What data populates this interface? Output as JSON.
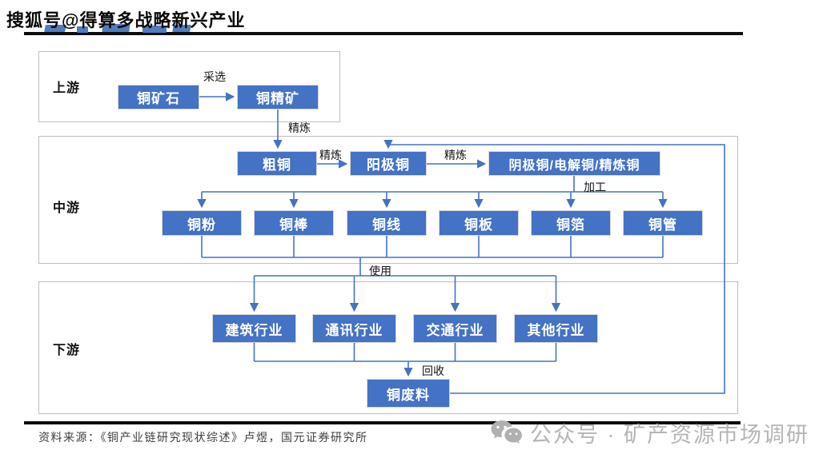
{
  "header": {
    "sohu_watermark": "搜狐号@得算多战略新兴产业"
  },
  "stages": {
    "upstream": "上游",
    "midstream": "中游",
    "downstream": "下游"
  },
  "nodes": {
    "copper_ore": "铜矿石",
    "copper_concentrate": "铜精矿",
    "blister_copper": "粗铜",
    "anode_copper": "阳极铜",
    "cathode_copper": "阴极铜/电解铜/精炼铜",
    "copper_powder": "铜粉",
    "copper_rod": "铜棒",
    "copper_wire": "铜线",
    "copper_plate": "铜板",
    "copper_foil": "铜箔",
    "copper_tube": "铜管",
    "construction_industry": "建筑行业",
    "telecom_industry": "通讯行业",
    "transportation_industry": "交通行业",
    "other_industries": "其他行业",
    "copper_scrap": "铜废料"
  },
  "edge_labels": {
    "mining_selection": "采选",
    "refining_1": "精炼",
    "refining_2": "精炼",
    "refining_3": "精炼",
    "processing": "加工",
    "usage": "使用",
    "recycling": "回收"
  },
  "footer": {
    "source": "资料来源：《铜产业链研究现状综述》卢煜，国元证券研究所",
    "wechat_watermark": "公众号 · 矿产资源市场调研"
  },
  "colors": {
    "node_fill": "#4472C4",
    "connector_blue": "#4472C4",
    "container_border": "#BFBFBF",
    "rule_black": "#0C0C0C",
    "watermark_gray": "#B5B5B5"
  }
}
